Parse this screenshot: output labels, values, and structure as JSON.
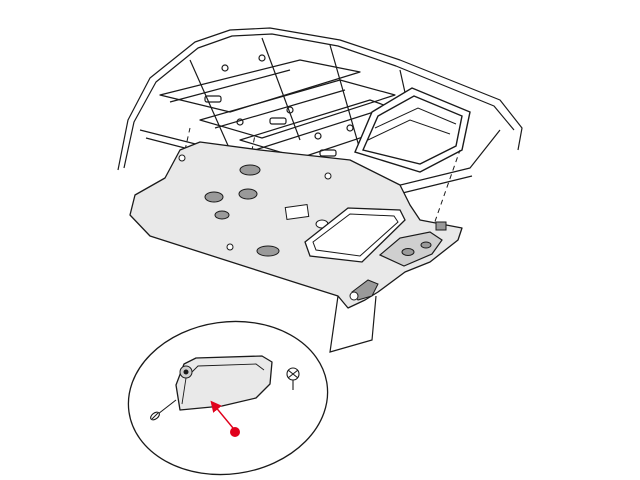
{
  "diagram": {
    "parts": [
      {
        "name": "roof-frame-structure"
      },
      {
        "name": "sunroof-opening"
      },
      {
        "name": "headliner-panel"
      },
      {
        "name": "sunroof-trim-opening"
      },
      {
        "name": "overhead-console"
      },
      {
        "name": "sun-visor-detail"
      },
      {
        "name": "sun-visor-screw"
      },
      {
        "name": "sun-visor-clip"
      }
    ],
    "colors": {
      "line": "#1a1a1a",
      "fill_panel": "#e9e9e9",
      "fill_shade": "#9a9a9a",
      "callout_dot": "#e0001b",
      "callout_arrow": "#e0001b"
    }
  }
}
